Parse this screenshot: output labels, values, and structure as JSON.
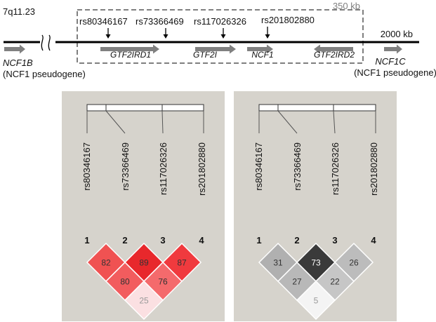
{
  "region": {
    "cytoband": "7q11.23",
    "box_size_label": "350 kb",
    "scale_label": "2000 kb"
  },
  "genes": [
    {
      "id": "ncf1b",
      "name": "NCF1B",
      "note": "(NCF1 pseudogene)",
      "direction": "right"
    },
    {
      "id": "gtf2ird1",
      "name": "GTF2IRD1",
      "direction": "right"
    },
    {
      "id": "gtf2i",
      "name": "GTF2I",
      "direction": "right"
    },
    {
      "id": "ncf1",
      "name": "NCF1",
      "direction": "right"
    },
    {
      "id": "gtf2ird2",
      "name": "GTF2IRD2",
      "direction": "left"
    },
    {
      "id": "ncf1c",
      "name": "NCF1C",
      "note": "(NCF1 pseudogene)",
      "direction": "right"
    }
  ],
  "snps": [
    "rs80346167",
    "rs73366469",
    "rs117026326",
    "rs201802880"
  ],
  "ld_panels": [
    {
      "id": "dprime",
      "marker_numbers": [
        "1",
        "2",
        "3",
        "4"
      ],
      "cells": [
        {
          "pair": "1-2",
          "value": "82",
          "color": "#f05252"
        },
        {
          "pair": "2-3",
          "value": "89",
          "color": "#e8282c"
        },
        {
          "pair": "3-4",
          "value": "87",
          "color": "#f03a3e"
        },
        {
          "pair": "1-3",
          "value": "80",
          "color": "#f25c5e"
        },
        {
          "pair": "2-4",
          "value": "76",
          "color": "#f46a6c"
        },
        {
          "pair": "1-4",
          "value": "25",
          "color": "#fbe0e2"
        }
      ]
    },
    {
      "id": "r2",
      "marker_numbers": [
        "1",
        "2",
        "3",
        "4"
      ],
      "cells": [
        {
          "pair": "1-2",
          "value": "31",
          "color": "#b0b0b0"
        },
        {
          "pair": "2-3",
          "value": "73",
          "color": "#3a3a3a"
        },
        {
          "pair": "3-4",
          "value": "26",
          "color": "#bcbcbc"
        },
        {
          "pair": "1-3",
          "value": "27",
          "color": "#b8b8b8"
        },
        {
          "pair": "2-4",
          "value": "22",
          "color": "#c6c6c6"
        },
        {
          "pair": "1-4",
          "value": "5",
          "color": "#f4f4f4"
        }
      ]
    }
  ],
  "colors": {
    "panel_bg": "#d6d3cc",
    "arrow": "#808080",
    "dashed_box": "#7f7f7f"
  }
}
